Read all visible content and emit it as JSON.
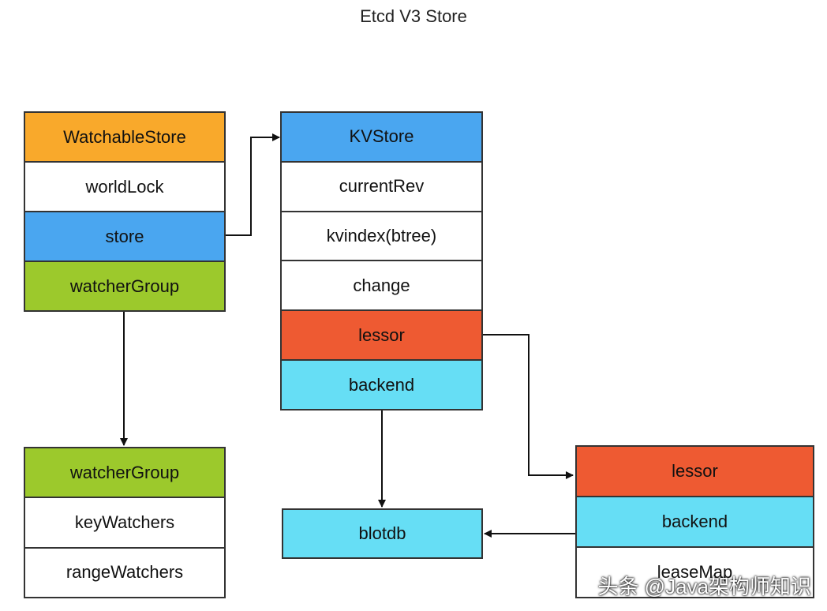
{
  "title": "Etcd V3 Store",
  "boxes": {
    "watchable_store": [
      "WatchableStore",
      "worldLock",
      "store",
      "watcherGroup"
    ],
    "kv_store": [
      "KVStore",
      "currentRev",
      "kvindex(btree)",
      "change",
      "lessor",
      "backend"
    ],
    "watcher_group": [
      "watcherGroup",
      "keyWatchers",
      "rangeWatchers"
    ],
    "lessor": [
      "lessor",
      "backend",
      "leaseMap"
    ],
    "blotdb": [
      "blotdb"
    ]
  },
  "colors": {
    "orange": "#f9a92b",
    "blue": "#4aa6f0",
    "green": "#9cc92c",
    "red": "#ee5a32",
    "cyan": "#66def5"
  },
  "watermark": "头条 @Java架构师知识"
}
